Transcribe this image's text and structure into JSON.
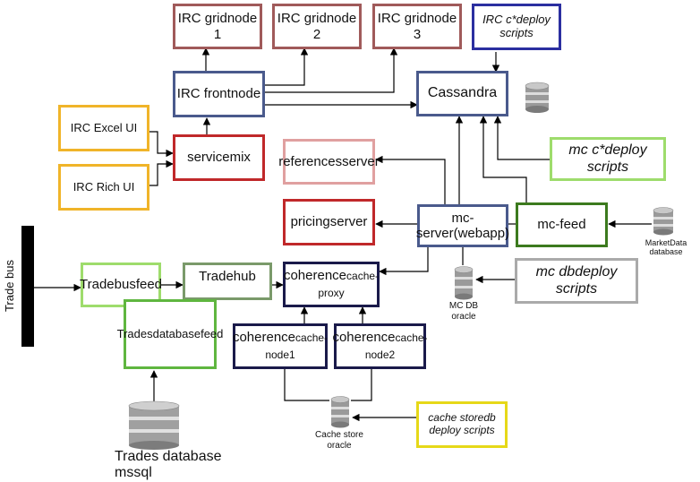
{
  "colors": {
    "maroon": "#a05a5a",
    "navy": "#4a5a8c",
    "dark_navy": "#1a1a4a",
    "blue": "#2b2fa0",
    "orange": "#f0b429",
    "red": "#c0282a",
    "pink": "#e0a0a0",
    "light_green": "#9edc6c",
    "dark_green": "#3c7a1e",
    "green": "#5fb63f",
    "gray_green": "#7a9a6a",
    "gray": "#aaaaaa",
    "yellow": "#e6d818",
    "black": "#000000"
  },
  "nodes": {
    "irc_grid_node_1": {
      "line1": "IRC grid",
      "line2": "node 1"
    },
    "irc_grid_node_2": {
      "line1": "IRC grid",
      "line2": "node 2"
    },
    "irc_grid_node_3": {
      "line1": "IRC grid",
      "line2": "node 3"
    },
    "irc_cstar_deploy": {
      "line1": "IRC c*",
      "line2": "deploy scripts"
    },
    "irc_front_node": {
      "line1": "IRC front",
      "line2": "node"
    },
    "cassandra": {
      "label": "Cassandra"
    },
    "irc_excel_ui": {
      "label": "IRC Excel UI"
    },
    "irc_rich_ui": {
      "label": "IRC Rich UI"
    },
    "servicemix": {
      "label": "servicemix"
    },
    "references_server": {
      "line1": "references",
      "line2": "server"
    },
    "mc_cstar_deploy": {
      "line1": "mc c*",
      "line2": "deploy scripts"
    },
    "pricing_server": {
      "line1": "pricing",
      "line2": "server"
    },
    "mc_server": {
      "line1": "mc-server",
      "line2": "(webapp)"
    },
    "mc_feed": {
      "label": "mc-feed"
    },
    "trade_bus": {
      "label": "Trade bus"
    },
    "tradebus_feed": {
      "line1": "Tradebus",
      "line2": "feed"
    },
    "tradehub": {
      "label": "Tradehub"
    },
    "coherence_cache_proxy": {
      "line1": "coherence",
      "line2": "cache-proxy"
    },
    "mc_db_deploy": {
      "line1": "mc db",
      "line2": "deploy scripts"
    },
    "trades_database_feed": {
      "line1": "Trades",
      "line2": "database",
      "line3": "feed"
    },
    "coherence_cache_node1": {
      "line1": "coherence",
      "line2": "cache-node1"
    },
    "coherence_cache_node2": {
      "line1": "coherence",
      "line2": "cache-node2"
    },
    "cache_store_deploy": {
      "line1": "cache store",
      "line2": "db deploy scripts"
    }
  },
  "databases": {
    "marketdata": {
      "line1": "MarketData",
      "line2": "database"
    },
    "mc_db_oracle": {
      "line1": "MC DB",
      "line2": "oracle"
    },
    "cache_store_oracle": {
      "line1": "Cache store",
      "line2": "oracle"
    },
    "trades_database_mssql": {
      "line1": "Trades database",
      "line2": "mssql"
    },
    "cassandra_db": {
      "line1": "",
      "line2": ""
    }
  },
  "icons": {
    "database": "database-cylinder-icon"
  }
}
